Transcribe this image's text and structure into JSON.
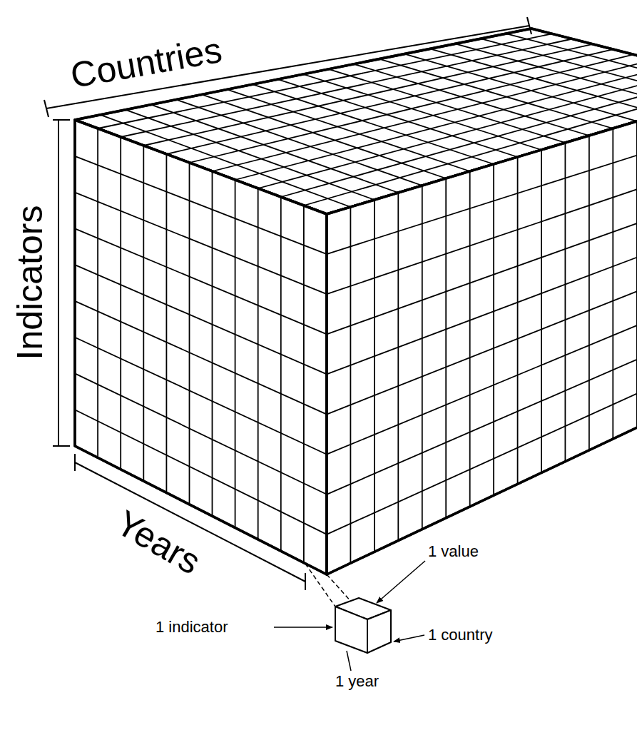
{
  "diagram": {
    "labels": [
      "Countries",
      "Indicators",
      "Years",
      "1 value",
      "1 indicator",
      "1 country",
      "1 year"
    ]
  }
}
